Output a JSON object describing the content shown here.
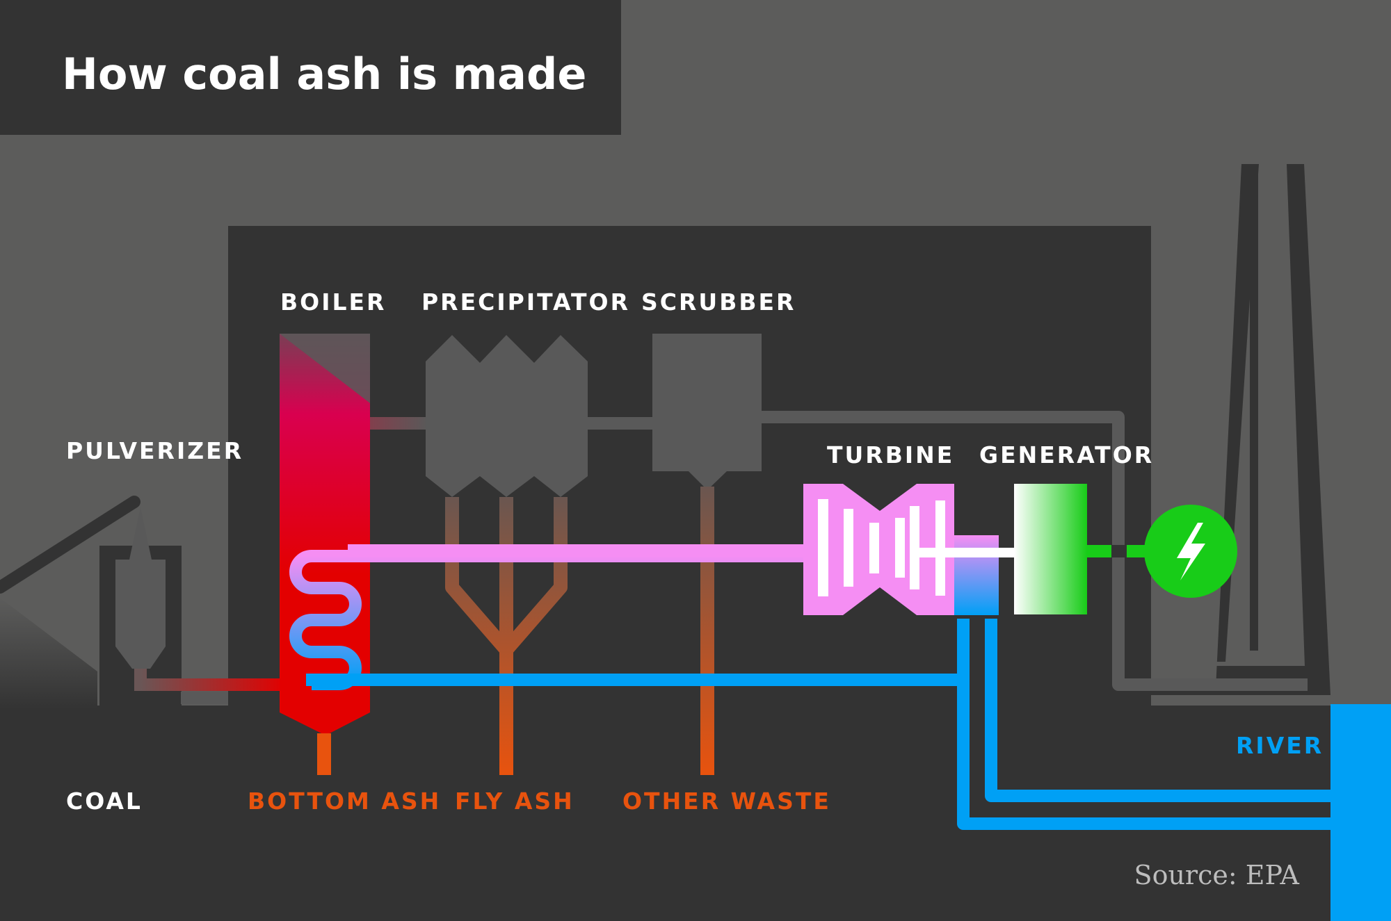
{
  "title": "How coal ash is made",
  "labels": {
    "pulverizer": "PULVERIZER",
    "boiler": "BOILER",
    "precipitator": "PRECIPITATOR",
    "scrubber": "SCRUBBER",
    "turbine": "TURBINE",
    "generator": "GENERATOR",
    "coal": "COAL",
    "bottom_ash": "BOTTOM ASH",
    "fly_ash": "FLY ASH",
    "other_waste": "OTHER WASTE",
    "river": "RIVER"
  },
  "source": "Source: EPA",
  "colors": {
    "background_dark": "#333333",
    "background_grey": "#5c5c5b",
    "component_grey": "#595959",
    "ash_orange": "#e8530e",
    "steam_pink": "#f58ef3",
    "water_blue": "#00a0f5",
    "generator_green": "#18cc18",
    "boiler_red": "#e30000",
    "boiler_magenta": "#d9004f",
    "label_white": "#ffffff"
  },
  "icons": {
    "power": "lightning-bolt-icon"
  }
}
